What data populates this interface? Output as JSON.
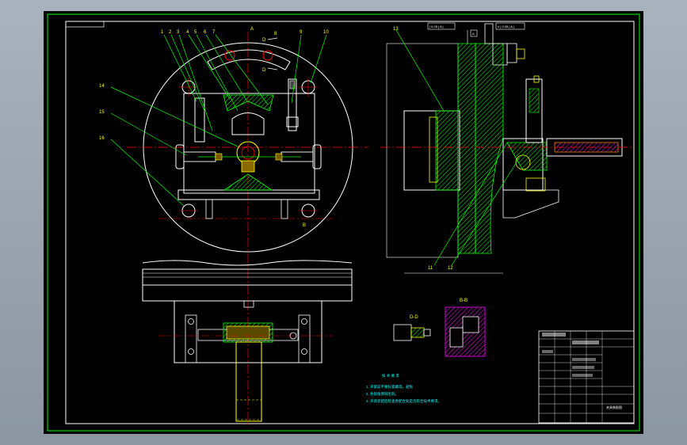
{
  "drawing": {
    "part_numbers": [
      "1",
      "2",
      "3",
      "4",
      "5",
      "6",
      "7",
      "8",
      "9",
      "10",
      "11",
      "12",
      "13",
      "14",
      "15",
      "16"
    ],
    "section_marks": {
      "a": "A",
      "b": "B",
      "d": "D",
      "bb": "B-B",
      "dd": "D-D"
    },
    "tolerance_frames": {
      "flatness": "| 0.05 | A |",
      "parallel": "// | 0.05 | A |",
      "datum": "A"
    },
    "notes": {
      "title": "技 术 要 求",
      "items": [
        "1. 夹紧前不要拧紧螺母，避免",
        "2. 各锐角倒钝毛刺。",
        "3. 夹具装配后检查各配合处是否符合技术要求。"
      ]
    },
    "title_block": {
      "drawing_name": "夹具装配图",
      "rows": [
        "",
        "",
        "",
        "",
        "",
        "",
        "",
        "",
        "",
        ""
      ]
    }
  },
  "colors": {
    "background": "#000000",
    "frame": "#00ff00",
    "outline": "#ffffff",
    "center_line": "#ff0000",
    "hatch": "#00ff00",
    "annotation": "#ffff00",
    "leader": "#00ff00",
    "notes": "#00ffff",
    "section_line": "#ff00ff"
  }
}
